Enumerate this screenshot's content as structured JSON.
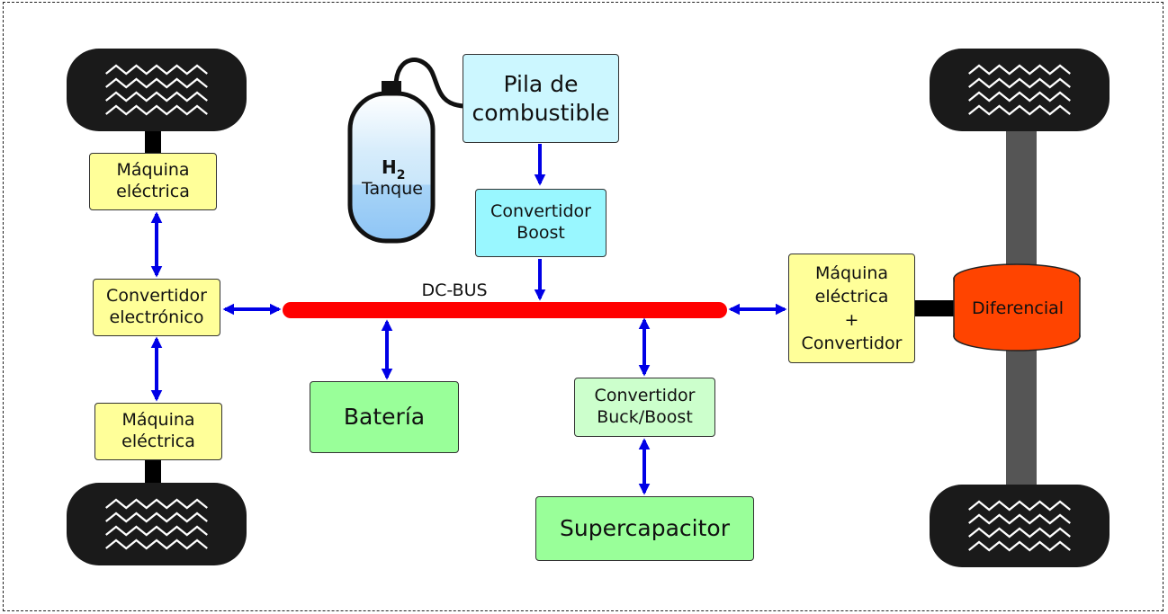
{
  "labels": {
    "fuel_cell": "Pila de\ncombustible",
    "tank_formula": "H",
    "tank_subscript": "2",
    "tank": "Tanque",
    "boost_converter": "Convertidor\nBoost",
    "dc_bus": "DC-BUS",
    "front_machine_top": "Máquina\neléctrica",
    "front_converter": "Convertidor\nelectrónico",
    "front_machine_bottom": "Máquina\neléctrica",
    "battery": "Batería",
    "buck_boost": "Convertidor\nBuck/Boost",
    "supercapacitor": "Supercapacitor",
    "rear_machine_converter": "Máquina\neléctrica\n+\nConvertidor",
    "differential": "Diferencial"
  },
  "colors": {
    "bus": "#ff0000",
    "arrow": "#0000e6",
    "yellow_box": "#ffff99",
    "fuel_cell_box": "#ccf7ff",
    "boost_box": "#99f7ff",
    "battery_box": "#99ff99",
    "buck_boost_box": "#ccffcc",
    "differential": "#ff4400",
    "axle": "#555555",
    "wheel": "#1a1a1a"
  }
}
